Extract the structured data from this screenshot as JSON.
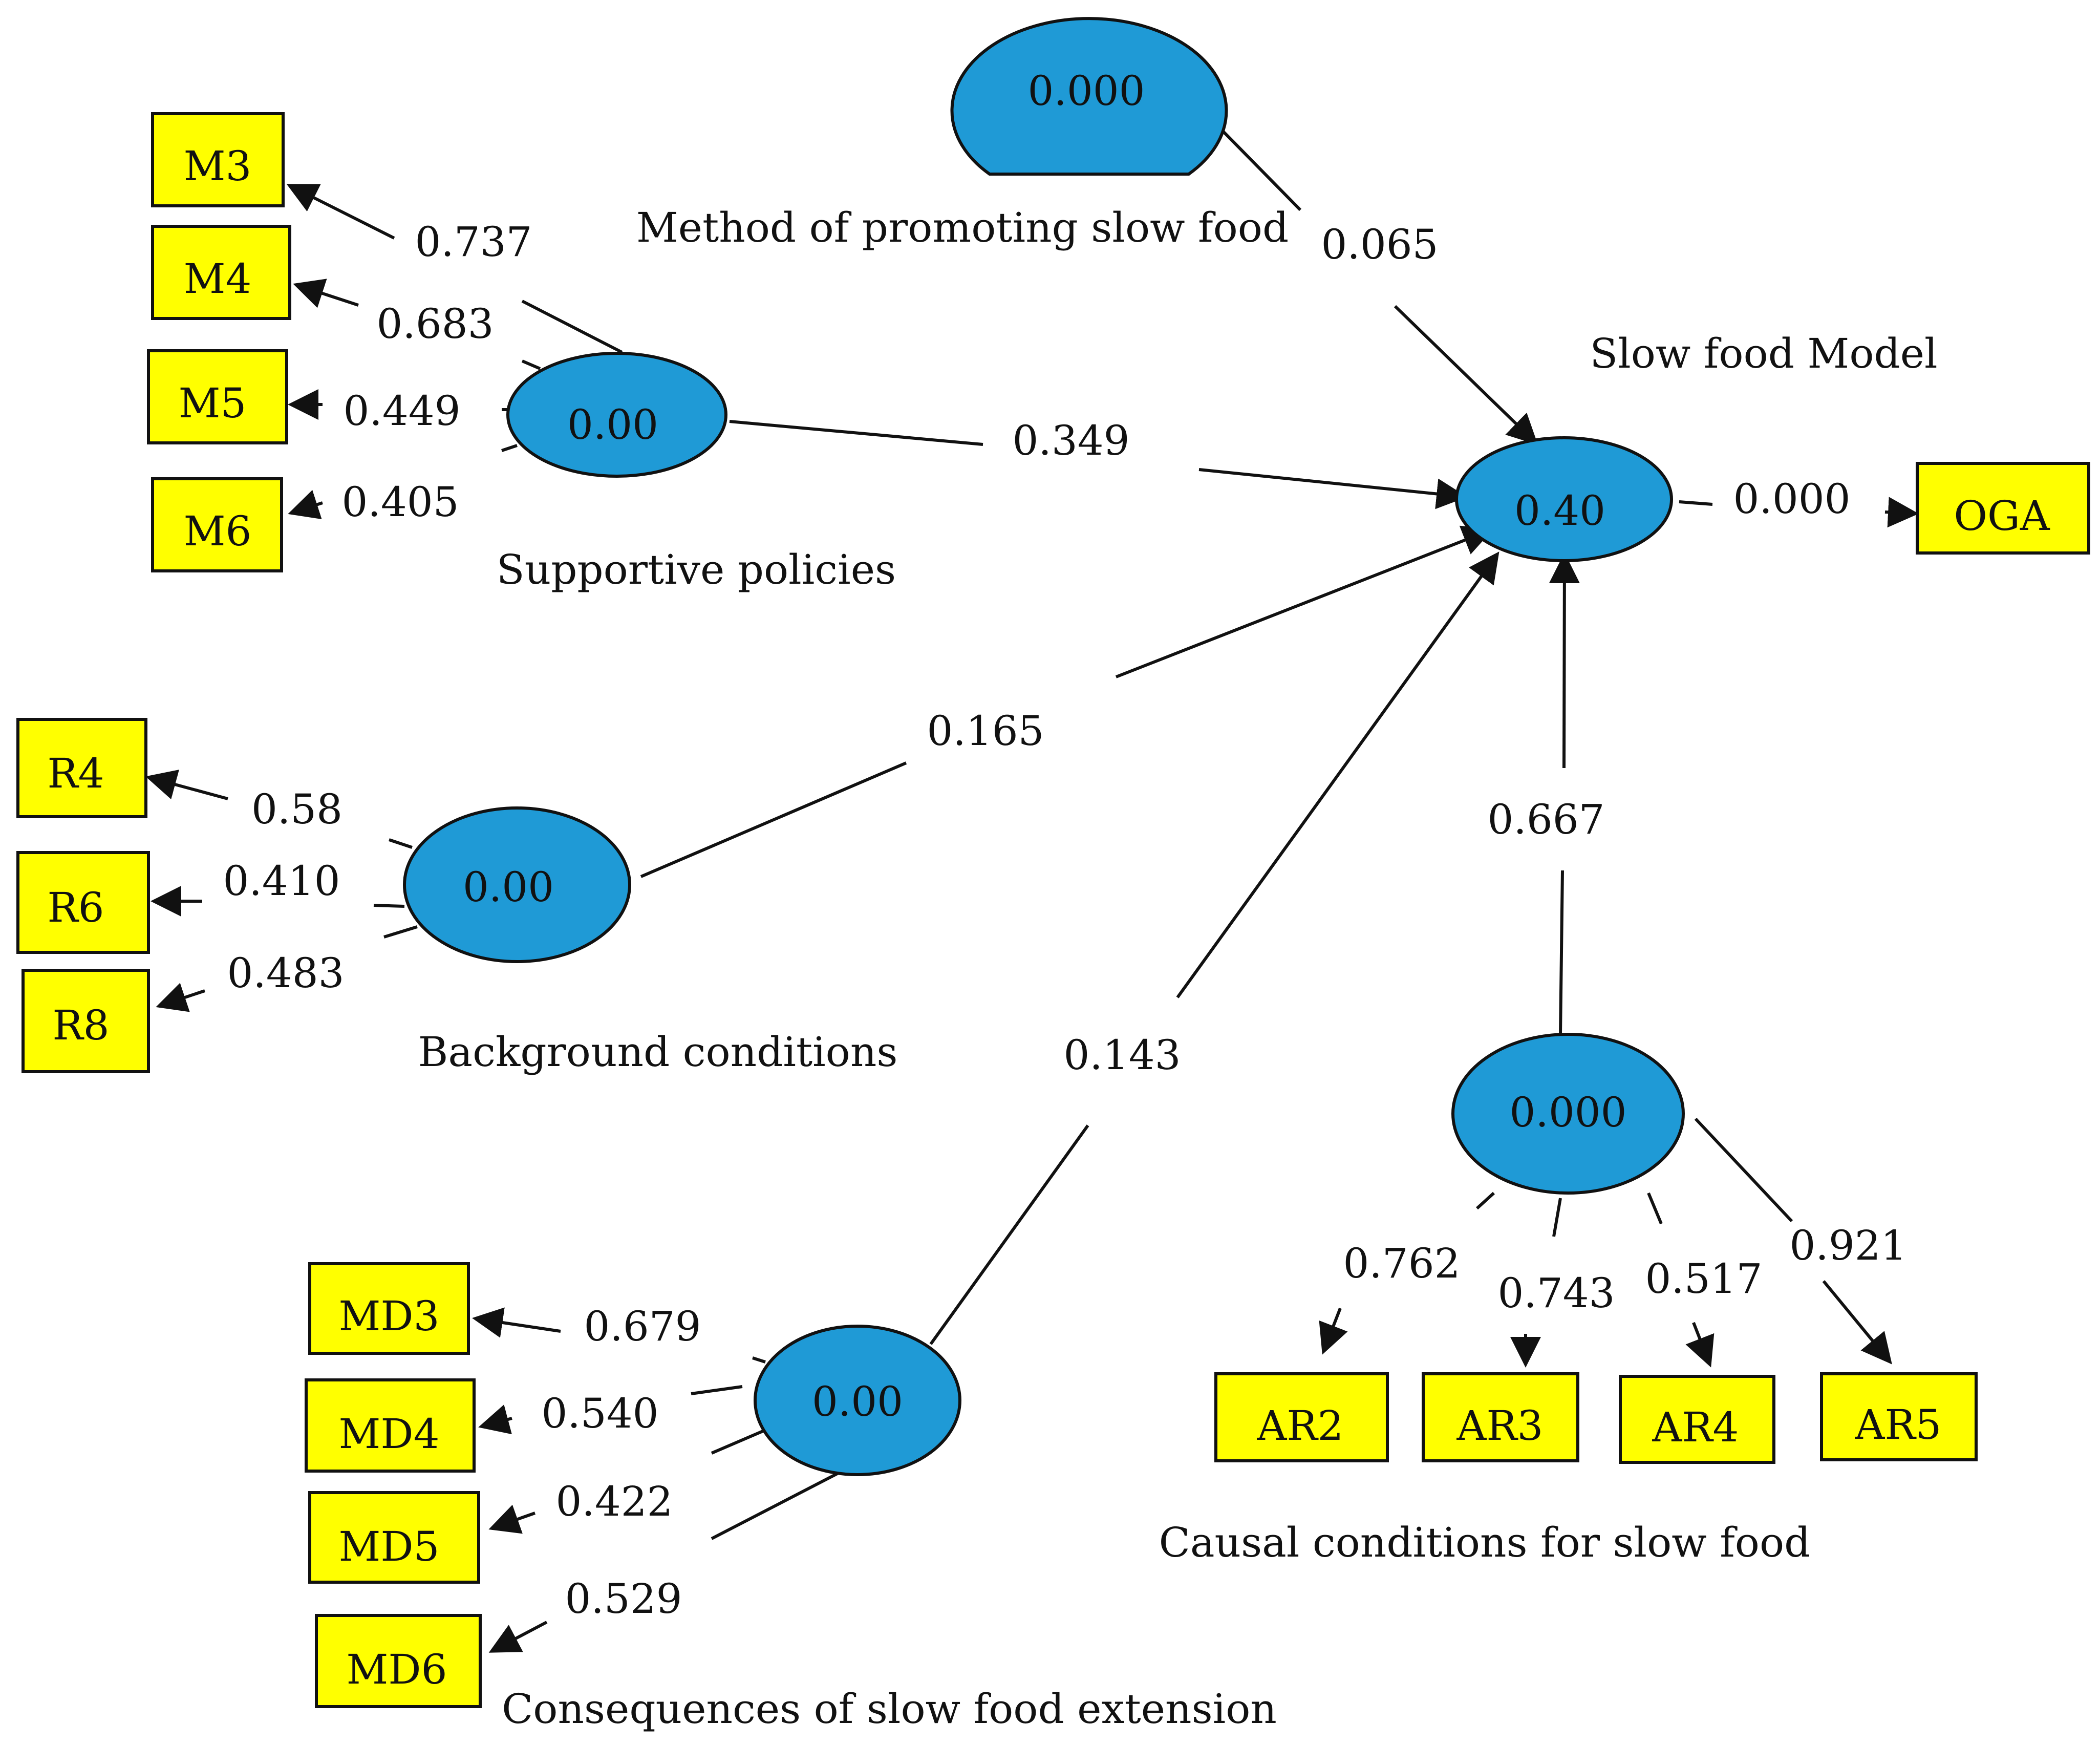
{
  "colors": {
    "ellipse_fill": "#1f9ad6",
    "box_fill": "#ffff00",
    "line": "#111111"
  },
  "constructs": {
    "method": {
      "label": "Method of promoting slow food",
      "value": "0.000"
    },
    "supportive": {
      "label": "Supportive policies",
      "value": "0.00"
    },
    "background": {
      "label": "Background conditions",
      "value": "0.00"
    },
    "consequences": {
      "label": "Consequences of slow food extension",
      "value": "0.00"
    },
    "causal": {
      "label": "Causal conditions for slow food",
      "value": "0.000"
    },
    "model": {
      "label": "Slow food Model",
      "value": "0.40"
    }
  },
  "indicators": {
    "m3": "M3",
    "m4": "M4",
    "m5": "M5",
    "m6": "M6",
    "r4": "R4",
    "r6": "R6",
    "r8": "R8",
    "md3": "MD3",
    "md4": "MD4",
    "md5": "MD5",
    "md6": "MD6",
    "ar2": "AR2",
    "ar3": "AR3",
    "ar4": "AR4",
    "ar5": "AR5",
    "oga": "OGA"
  },
  "loadings": {
    "m3": "0.737",
    "m4": "0.683",
    "m5": "0.449",
    "m6": "0.405",
    "r4": "0.58",
    "r6": "0.410",
    "r8": "0.483",
    "md3": "0.679",
    "md4": "0.540",
    "md5": "0.422",
    "md6": "0.529",
    "ar2": "0.762",
    "ar3": "0.743",
    "ar4": "0.517",
    "ar5": "0.921",
    "oga": "0.000"
  },
  "paths": {
    "method_model": "0.065",
    "supportive_model": "0.349",
    "background_model": "0.165",
    "consequences_model": "0.143",
    "causal_model": "0.667"
  }
}
